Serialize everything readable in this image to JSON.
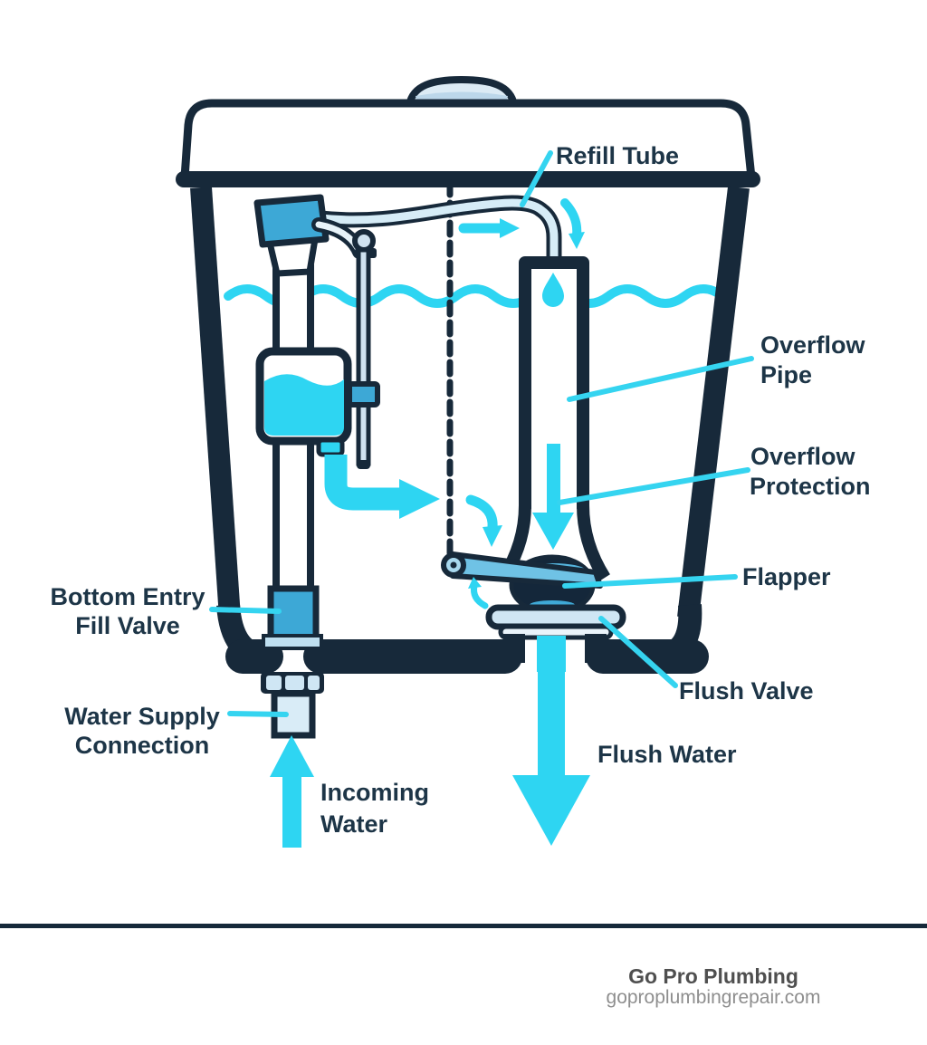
{
  "diagram": {
    "title_context": "Toilet tank internal parts diagram",
    "labels": {
      "refill_tube": "Refill Tube",
      "overflow_pipe": {
        "line1": "Overflow",
        "line2": "Pipe"
      },
      "overflow_protection": {
        "line1": "Overflow",
        "line2": "Protection"
      },
      "flapper": "Flapper",
      "flush_valve": "Flush Valve",
      "flush_water": "Flush Water",
      "bottom_entry_fill_valve": {
        "line1": "Bottom Entry",
        "line2": "Fill Valve"
      },
      "water_supply_connection": {
        "line1": "Water Supply",
        "line2": "Connection"
      },
      "incoming_water": {
        "line1": "Incoming",
        "line2": "Water"
      }
    },
    "colors": {
      "outline_dark": "#17293a",
      "cyan": "#2ed5f2",
      "medium_blue": "#3da8d6",
      "pale_blue": "#d7e9f5",
      "label_text": "#1d3547"
    }
  },
  "footer": {
    "brand": "Go Pro Plumbing",
    "website": "goproplumbingrepair.com"
  }
}
